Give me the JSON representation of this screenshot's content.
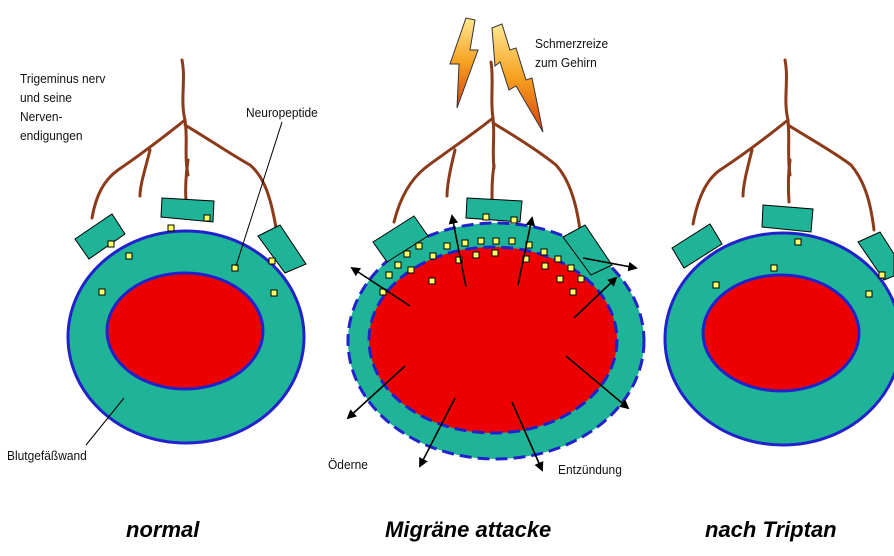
{
  "labels": {
    "trigeminus": [
      "Trigeminus nerv",
      "und seine",
      "Nerven-",
      "endigungen"
    ],
    "neuropeptide": "Neuropeptide",
    "schmerzreize": [
      "Schmerzreize",
      "zum Gehirn"
    ],
    "blutgefaesswand": "Blutgefäßwand",
    "oedeme": "Öderne",
    "entzuendung": "Entzündung"
  },
  "captions": {
    "normal": "normal",
    "migraine": "Migräne attacke",
    "triptan": "nach Triptan"
  },
  "colors": {
    "vessel_wall": "#1fb497",
    "vessel_outline": "#2222cc",
    "lumen": "#ee0000",
    "nerve": "#8b3a1a",
    "nerve_ending": "#1fb497",
    "neuropeptide": "#ffff66",
    "lightning": "#f0a020"
  }
}
